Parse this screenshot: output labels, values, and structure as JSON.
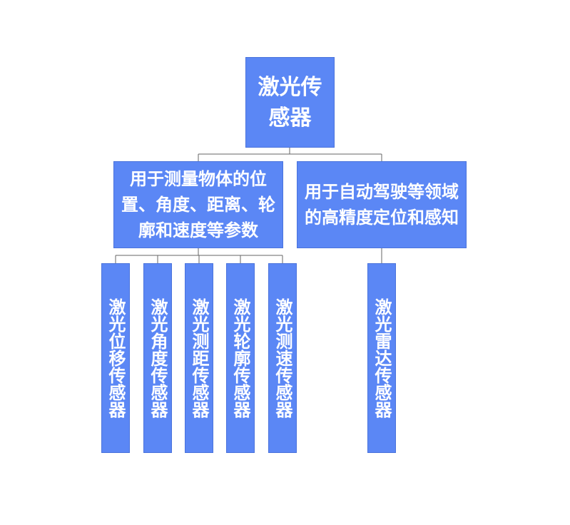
{
  "diagram": {
    "root": {
      "label": "激光传感器"
    },
    "branches": [
      {
        "label": "用于测量物体的位置、角度、距离、轮廓和速度等参数",
        "children": [
          {
            "label": "激光位移传感器"
          },
          {
            "label": "激光角度传感器"
          },
          {
            "label": "激光测距传感器"
          },
          {
            "label": "激光轮廓传感器"
          },
          {
            "label": "激光测速传感器"
          }
        ]
      },
      {
        "label": "用于自动驾驶等领域的高精度定位和感知",
        "children": [
          {
            "label": "激光雷达传感器"
          }
        ]
      }
    ]
  },
  "colors": {
    "node_fill": "#5b87f5",
    "node_text": "#ffffff",
    "connector": "#666666"
  }
}
